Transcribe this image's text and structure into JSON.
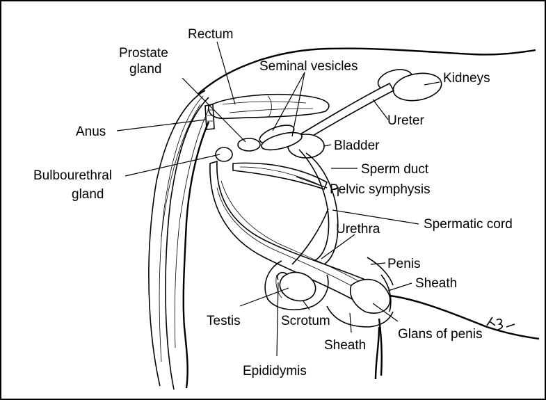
{
  "labels": {
    "rectum": "Rectum",
    "prostate_1": "Prostate",
    "prostate_2": "gland",
    "seminal": "Seminal vesicles",
    "kidneys": "Kidneys",
    "ureter": "Ureter",
    "anus": "Anus",
    "bladder": "Bladder",
    "bulbo_1": "Bulbourethral",
    "bulbo_2": "gland",
    "sperm_duct": "Sperm duct",
    "pelvic": "Pelvic symphysis",
    "spermatic": "Spermatic cord",
    "urethra": "Urethra",
    "penis": "Penis",
    "sheath_right": "Sheath",
    "testis": "Testis",
    "scrotum": "Scrotum",
    "glans": "Glans of penis",
    "sheath_bottom": "Sheath",
    "epididymis": "Epididymis"
  }
}
